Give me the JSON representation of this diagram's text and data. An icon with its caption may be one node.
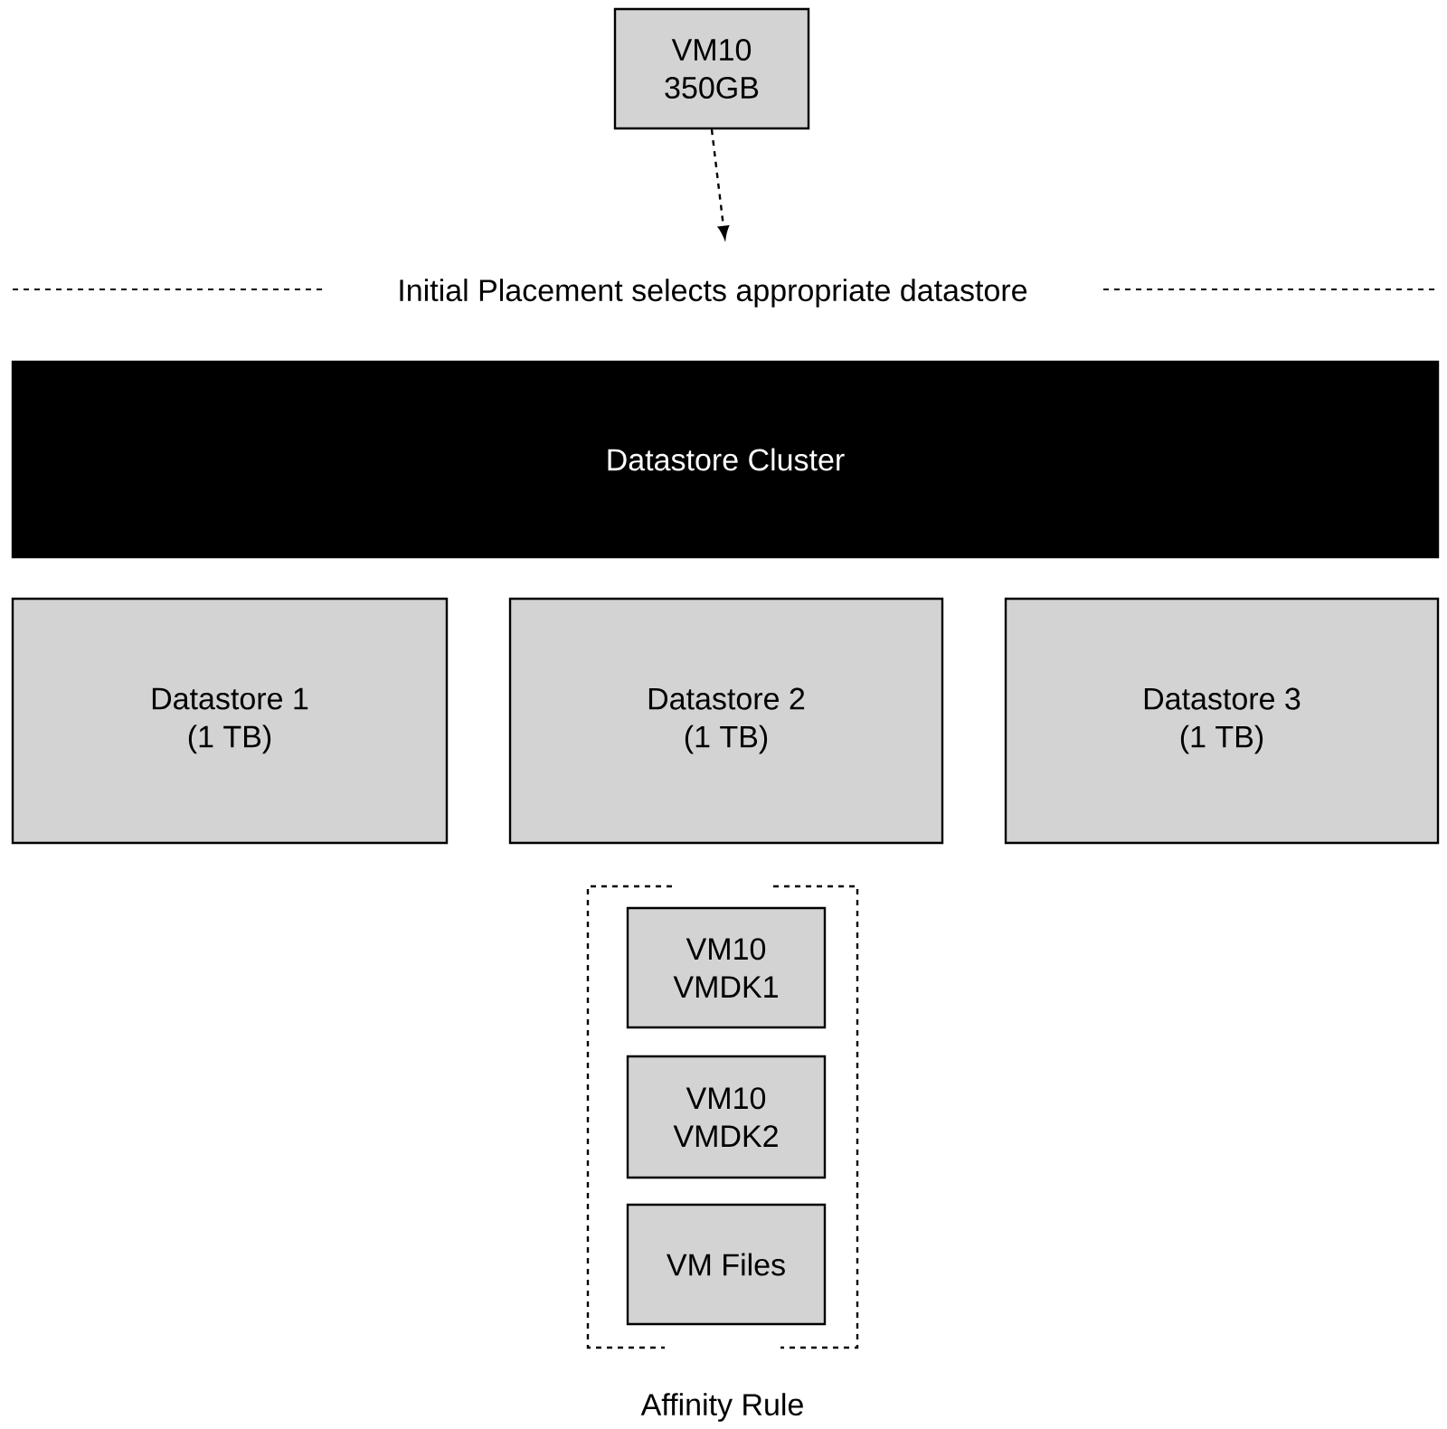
{
  "diagram": {
    "nodes": [
      {
        "text": [
          "VM10 350GB"
        ]
      },
      {
        "text": [
          "Initial Placement selects appropriate datastore"
        ]
      },
      {
        "text": [
          "Datastore Cluster"
        ]
      },
      {
        "text": [
          "Datastore 1 (1 TB)"
        ]
      },
      {
        "text": [
          "Datastore 2 (1 TB)"
        ]
      },
      {
        "text": [
          "Datastore 3 (1 TB)"
        ]
      },
      {
        "text": [
          "Affinity Rule"
        ]
      },
      {
        "text": [
          "VM10 VMDK1"
        ],
        "in": 6
      },
      {
        "text": [
          "VM10 VMDK2"
        ],
        "in": 6
      },
      {
        "text": [
          "VM Files"
        ],
        "in": 6
      }
    ],
    "edges": [
      {
        "from": 0,
        "to": 1,
        "arrow": "to",
        "style": "dashed"
      }
    ]
  }
}
